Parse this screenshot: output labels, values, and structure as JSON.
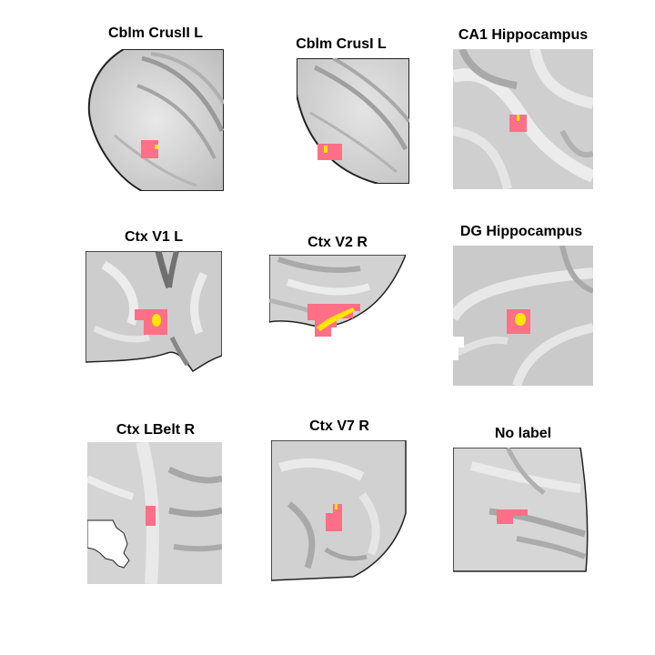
{
  "figure": {
    "panels": [
      {
        "title": "Cblm CrusII L"
      },
      {
        "title": "Cblm CrusI L"
      },
      {
        "title": "CA1 Hippocampus"
      },
      {
        "title": "Ctx V1 L"
      },
      {
        "title": "Ctx V2 R"
      },
      {
        "title": "DG Hippocampus"
      },
      {
        "title": "Ctx LBelt R"
      },
      {
        "title": "Ctx V7 R"
      },
      {
        "title": "No label"
      }
    ],
    "colors": {
      "background": "#ffffff",
      "tissue_light": "#e6e6e6",
      "tissue_dark": "#a8a8a8",
      "overlay_pink": "#ff6f86",
      "overlay_yellow": "#ffe600"
    }
  }
}
